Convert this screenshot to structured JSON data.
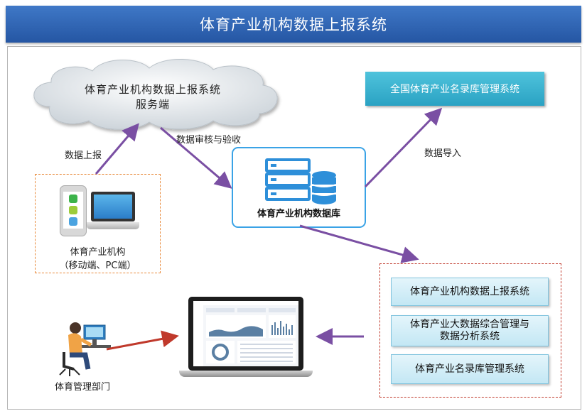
{
  "header": {
    "title": "体育产业机构数据上报系统"
  },
  "cloud": {
    "line1": "体育产业机构数据上报系统",
    "line2": "服务端"
  },
  "national_system": {
    "label": "全国体育产业名录库管理系统"
  },
  "database": {
    "label": "体育产业机构数据库"
  },
  "edges": {
    "upload": "数据上报",
    "review": "数据审核与验收",
    "import": "数据导入"
  },
  "institutions": {
    "line1": "体育产业机构",
    "line2": "（移动端、PC端）"
  },
  "subsystems": [
    {
      "label": "体育产业机构数据上报系统"
    },
    {
      "line1": "体育产业大数据综合管理与",
      "line2": "数据分析系统"
    },
    {
      "label": "体育产业名录库管理系统"
    }
  ],
  "sports_dept": {
    "label": "体育管理部门"
  },
  "colors": {
    "arrow_purple": "#7a4fa3",
    "arrow_red": "#c0392b",
    "header_blue": "#2f66b5",
    "dash_orange": "#e8893a",
    "dash_red": "#c0392b"
  }
}
